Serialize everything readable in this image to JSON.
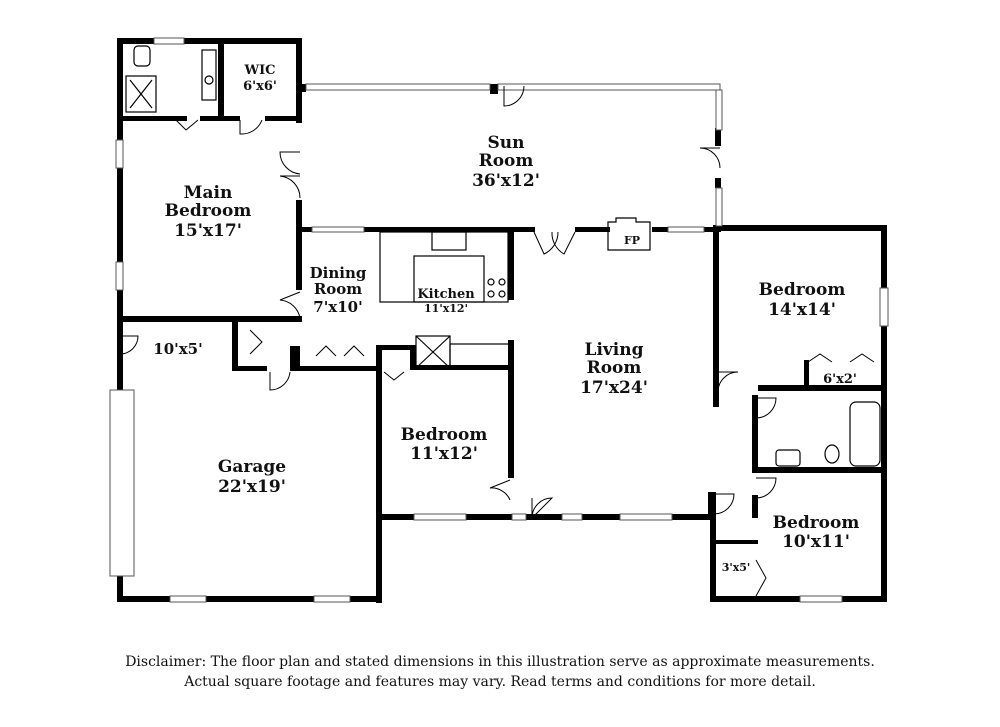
{
  "rooms": {
    "wic": {
      "name": "WIC",
      "size": "6'x6'"
    },
    "sun_room": {
      "name_line1": "Sun",
      "name_line2": "Room",
      "size": "36'x12'"
    },
    "main_bedroom": {
      "name_line1": "Main",
      "name_line2": "Bedroom",
      "size": "15'x17'"
    },
    "dining_room": {
      "name_line1": "Dining",
      "name_line2": "Room",
      "size": "7'x10'"
    },
    "kitchen": {
      "name": "Kitchen",
      "size": "11'x12'"
    },
    "fireplace": {
      "label": "FP"
    },
    "bedroom_east": {
      "name": "Bedroom",
      "size": "14'x14'"
    },
    "closet_east": {
      "size": "6'x2'"
    },
    "storage": {
      "size": "10'x5'"
    },
    "living_room": {
      "name_line1": "Living",
      "name_line2": "Room",
      "size": "17'x24'"
    },
    "garage": {
      "name": "Garage",
      "size": "22'x19'"
    },
    "bedroom_middle": {
      "name": "Bedroom",
      "size": "11'x12'"
    },
    "bedroom_se": {
      "name": "Bedroom",
      "size": "10'x11'"
    },
    "closet_se": {
      "size": "3'x5'"
    }
  },
  "disclaimer": {
    "line1": "Disclaimer: The floor plan and stated dimensions in this illustration serve as approximate measurements.",
    "line2": "Actual square footage and features may vary. Read terms and conditions for more detail."
  }
}
